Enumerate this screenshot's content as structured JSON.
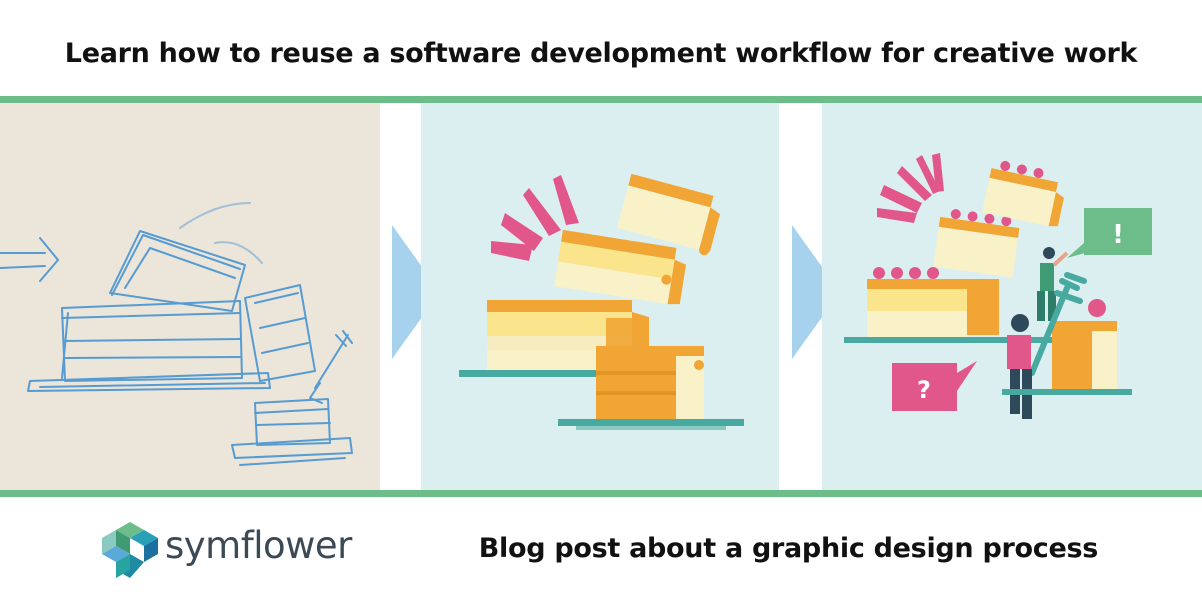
{
  "header": {
    "title": "Learn how to reuse a software development workflow for creative work"
  },
  "footer": {
    "brand_name": "symflower",
    "subtitle": "Blog post about a graphic design process"
  },
  "panels": {
    "sketch": {
      "name": "pencil-sketch"
    },
    "draft": {
      "name": "digital-draft"
    },
    "final": {
      "name": "final-illustration",
      "speech_exclaim": "!",
      "speech_question": "?"
    }
  },
  "colors": {
    "accent_green": "#6dbd8a",
    "panel_bg": "#dbeff1",
    "paper": "#ebe5da",
    "arrow_blue": "#a7d2ee",
    "cake_orange": "#f0a534",
    "cream": "#f9f1c8",
    "berry_pink": "#e2578a",
    "plate_teal": "#48a9a0",
    "sketch_blue": "#3d8fd0"
  },
  "icons": [
    "symflower-logo-icon",
    "process-arrow-icon",
    "cake-icon",
    "figure-icon",
    "fork-icon"
  ]
}
